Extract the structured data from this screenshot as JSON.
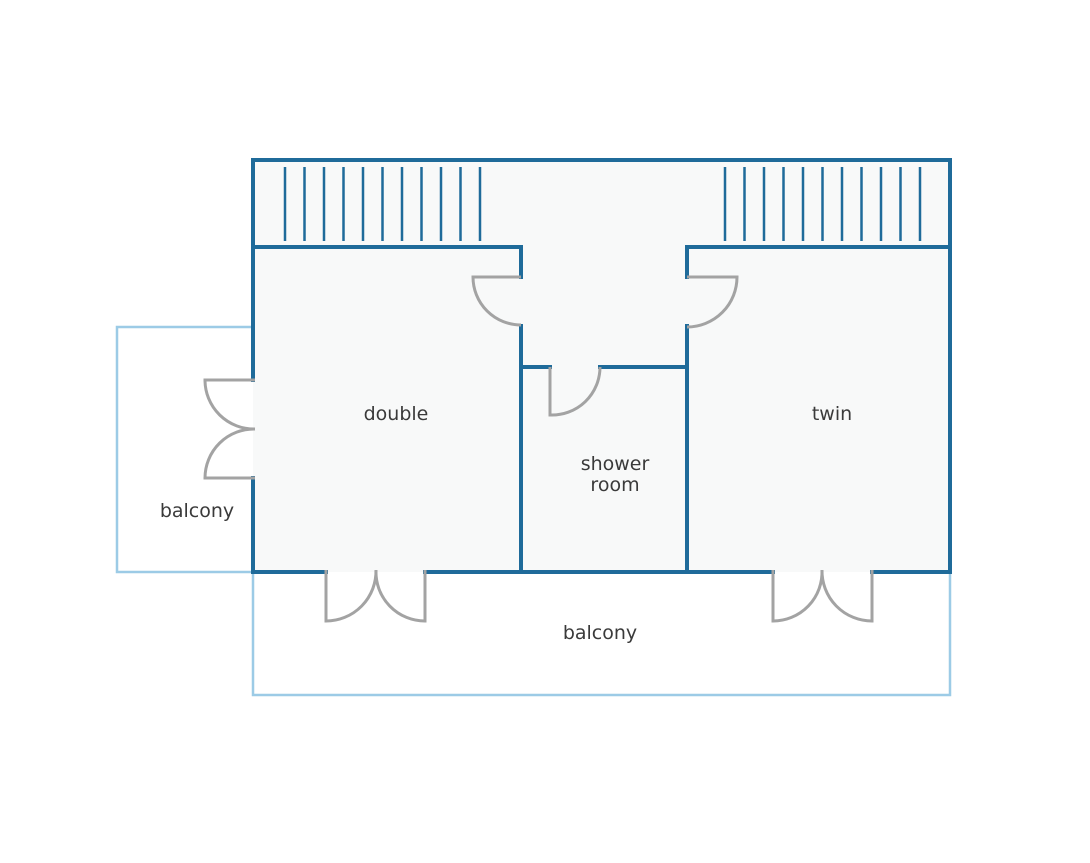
{
  "colors": {
    "wall": "#1f6b9a",
    "balcony": "#9ccbe6",
    "door": "#a3a3a3",
    "floor": "#f8f9f9",
    "label": "#3a3a3a"
  },
  "rooms": {
    "double": "double",
    "twin": "twin",
    "shower_line1": "shower",
    "shower_line2": "room",
    "balcony_side": "balcony",
    "balcony_front": "balcony"
  }
}
